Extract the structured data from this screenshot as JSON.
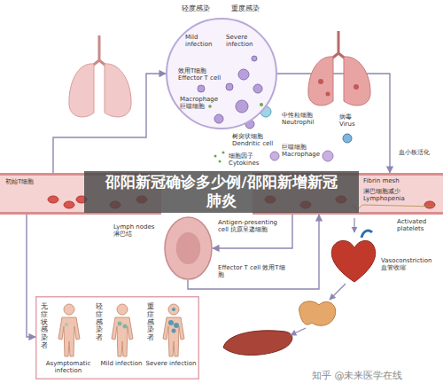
{
  "diagram": {
    "title": "邵阳新冠确诊多少例/邵阳新增新冠肺炎",
    "nodes": [
      {
        "text": [
          "轻度感染",
          "重度感染",
          "Mild infection",
          "Severe infection",
          "效用T细胞 Effector T cell",
          "Macrophage 巨噬细胞"
        ]
      },
      {
        "text": [
          "初始T细胞"
        ]
      },
      {
        "text": [
          "Lymph nodes 淋巴结"
        ]
      },
      {
        "text": [
          "Fibrin mesh",
          "淋巴细胞减少 Lymphopenia"
        ]
      },
      {
        "text": [
          "无症状感染者",
          "Asymptomatic infection",
          "轻症感染者",
          "Mild infection",
          "重症感染者",
          "Severe infection"
        ]
      }
    ],
    "edges": [
      {
        "from": 0,
        "to": 3,
        "arrow": "to"
      },
      {
        "from": 3,
        "to": 2,
        "arrow": "to"
      },
      {
        "from": 1,
        "to": 0,
        "arrow": "to"
      },
      {
        "from": 1,
        "to": 4,
        "arrow": "to"
      },
      {
        "from": 2,
        "to": 3,
        "arrow": "to"
      }
    ],
    "labels": [
      "树突状细胞 Dendritic cell",
      "中性粒细胞 Neutrophil",
      "病毒 Virus",
      "细胞因子 Cytokines",
      "巨噬细胞 Macrophage",
      "血小板活化",
      "Activated platelets",
      "Vasoconstriction 血管收缩",
      "Antigen-presenting cell 抗原呈递细胞",
      "Effector T cell 效用T细胞",
      "知乎 @未来医学在线"
    ]
  }
}
